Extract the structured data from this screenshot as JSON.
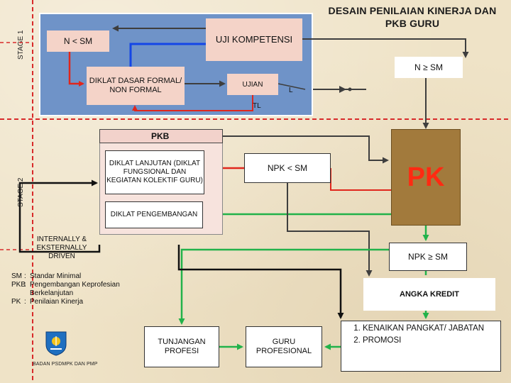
{
  "title": "DESAIN PENILAIAN KINERJA DAN PKB GURU",
  "stage_labels": {
    "stage1": "STAGE 1",
    "stage2": "STAGE 2"
  },
  "nodes": {
    "n_lt_sm": "N < SM",
    "uji_kompetensi": "UJI KOMPETENSI",
    "diklat_dasar": "DIKLAT DASAR FORMAL/ NON FORMAL",
    "ujian": "UJIAN",
    "l_label": "L",
    "tl_label": "TL",
    "n_ge_sm": "N ≥ SM",
    "pkb": "PKB",
    "diklat_lanjutan": "DIKLAT LANJUTAN (DIKLAT FUNGSIONAL DAN KEGIATAN KOLEKTIF GURU)",
    "diklat_pengembangan": "DIKLAT PENGEMBANGAN",
    "npk_lt_sm": "NPK < SM",
    "pk": "PK",
    "npk_ge_sm": "NPK ≥ SM",
    "angka_kredit": "ANGKA KREDIT",
    "tunjangan_profesi": "TUNJANGAN PROFESI",
    "guru_profesional": "GURU PROFESIONAL"
  },
  "outcomes": [
    "KENAIKAN PANGKAT/ JABATAN",
    "PROMOSI"
  ],
  "internally": "INTERNALLY & EKSTERNALLY DRIVEN",
  "legend": [
    {
      "abbr": "SM",
      "text": "Standar Minimal"
    },
    {
      "abbr": "PKB",
      "text": "Pengembangan Keprofesian Berkelanjutan"
    },
    {
      "abbr": "PK",
      "text": "Penilaian Kinerja"
    }
  ],
  "logo_caption": "BADAN PSDMPK DAN PMP",
  "colors": {
    "stage1_panel": "#6f93c8",
    "box_pink": "#f4d3c8",
    "pk_box": "#a27a3c",
    "pk_text": "#ff2a12",
    "arrow_red": "#e0261c",
    "arrow_blue": "#1446e6",
    "arrow_green": "#22b24a",
    "arrow_dark": "#3e3e3e",
    "stage_divider": "#d82a2a"
  }
}
